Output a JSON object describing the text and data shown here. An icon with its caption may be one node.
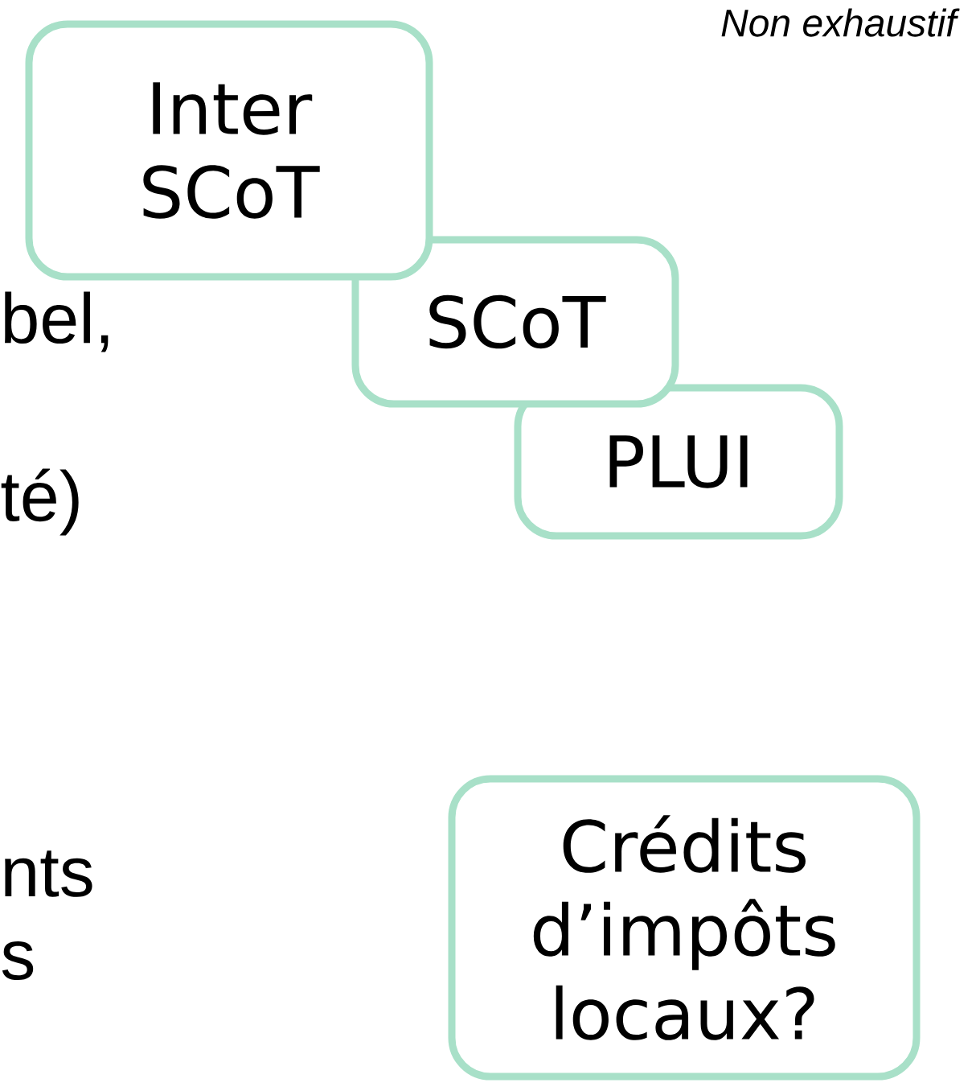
{
  "diagram": {
    "nodes": [
      {
        "text": [
          "Inter SCoT"
        ]
      },
      {
        "text": [
          "SCoT"
        ]
      },
      {
        "text": [
          "PLUI"
        ]
      },
      {
        "text": [
          "Crédits d’impôts locaux?"
        ]
      }
    ],
    "edges": [],
    "labels": [
      "Non exhaustif",
      "bel,",
      "té)",
      "nts",
      "s"
    ]
  }
}
